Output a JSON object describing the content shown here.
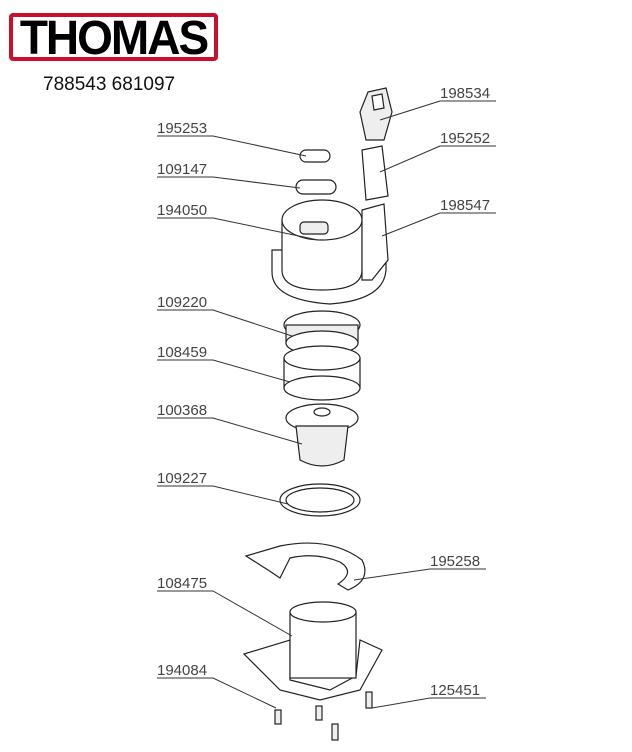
{
  "brand": {
    "logo_text": "THOMAS",
    "model_codes": "788543 681097"
  },
  "parts": [
    {
      "number": "198534",
      "side": "right"
    },
    {
      "number": "195253",
      "side": "left"
    },
    {
      "number": "195252",
      "side": "right"
    },
    {
      "number": "109147",
      "side": "left"
    },
    {
      "number": "194050",
      "side": "left"
    },
    {
      "number": "198547",
      "side": "right"
    },
    {
      "number": "109220",
      "side": "left"
    },
    {
      "number": "108459",
      "side": "left"
    },
    {
      "number": "100368",
      "side": "left"
    },
    {
      "number": "109227",
      "side": "left"
    },
    {
      "number": "195258",
      "side": "right"
    },
    {
      "number": "108475",
      "side": "left"
    },
    {
      "number": "194084",
      "side": "left"
    },
    {
      "number": "125451",
      "side": "right"
    }
  ]
}
